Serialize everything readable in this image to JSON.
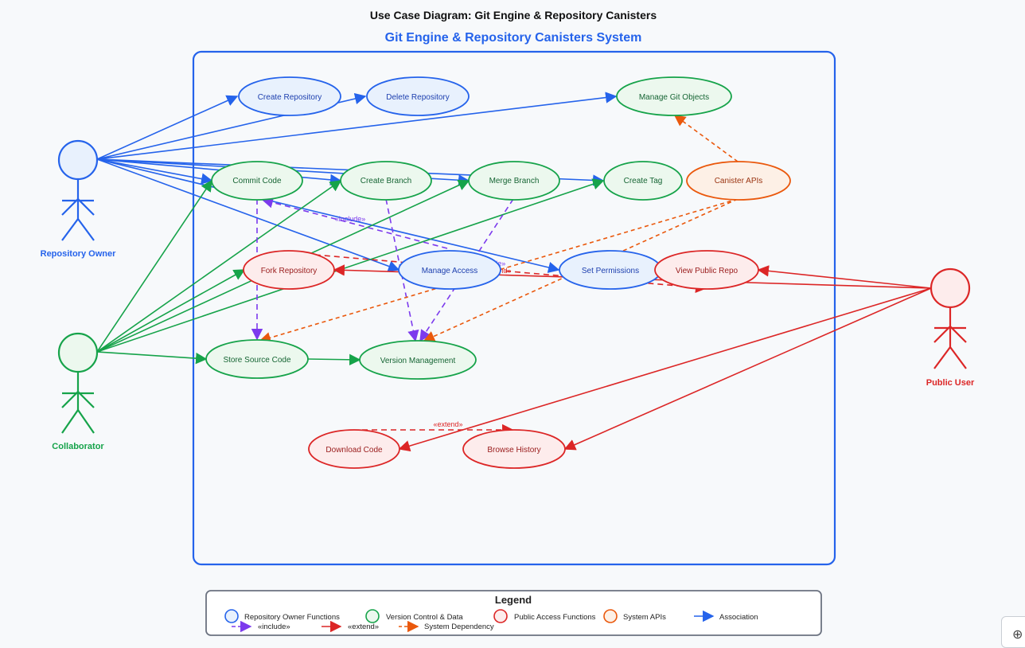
{
  "title": "Use Case Diagram: Git Engine & Repository Canisters",
  "system_title": "Git Engine & Repository Canisters System",
  "colors": {
    "owner": "#2563eb",
    "owner_fill": "#e8f1fd",
    "collab": "#16a34a",
    "collab_fill": "#ecf8ee",
    "public": "#dc2626",
    "public_fill": "#fdecec",
    "api": "#ea580c",
    "api_fill": "#fdf0e6",
    "include": "#7c3aed",
    "boundary": "#2563eb"
  },
  "actors": {
    "owner": {
      "label": "Repository Owner"
    },
    "collab": {
      "label": "Collaborator"
    },
    "public": {
      "label": "Public User"
    }
  },
  "use_cases": {
    "create_repo": "Create Repository",
    "delete_repo": "Delete Repository",
    "manage_objects": "Manage Git Objects",
    "commit": "Commit Code",
    "create_branch": "Create Branch",
    "merge_branch": "Merge Branch",
    "create_tag": "Create Tag",
    "canister_apis": "Canister APIs",
    "fork": "Fork Repository",
    "manage_access": "Manage Access",
    "set_permissions": "Set Permissions",
    "view_public": "View Public Repo",
    "store_source": "Store Source Code",
    "version_mgmt": "Version Management",
    "download": "Download Code",
    "browse_history": "Browse History"
  },
  "relation_labels": {
    "include": "«include»",
    "extend": "«extend»"
  },
  "legend": {
    "title": "Legend",
    "owner_functions": "Repository Owner Functions",
    "version_control": "Version Control & Data",
    "public_access": "Public Access Functions",
    "system_apis": "System APIs",
    "association": "Association",
    "include": "«include»",
    "extend": "«extend»",
    "dependency": "System Dependency"
  },
  "zoom_icon": "zoom-in-icon"
}
